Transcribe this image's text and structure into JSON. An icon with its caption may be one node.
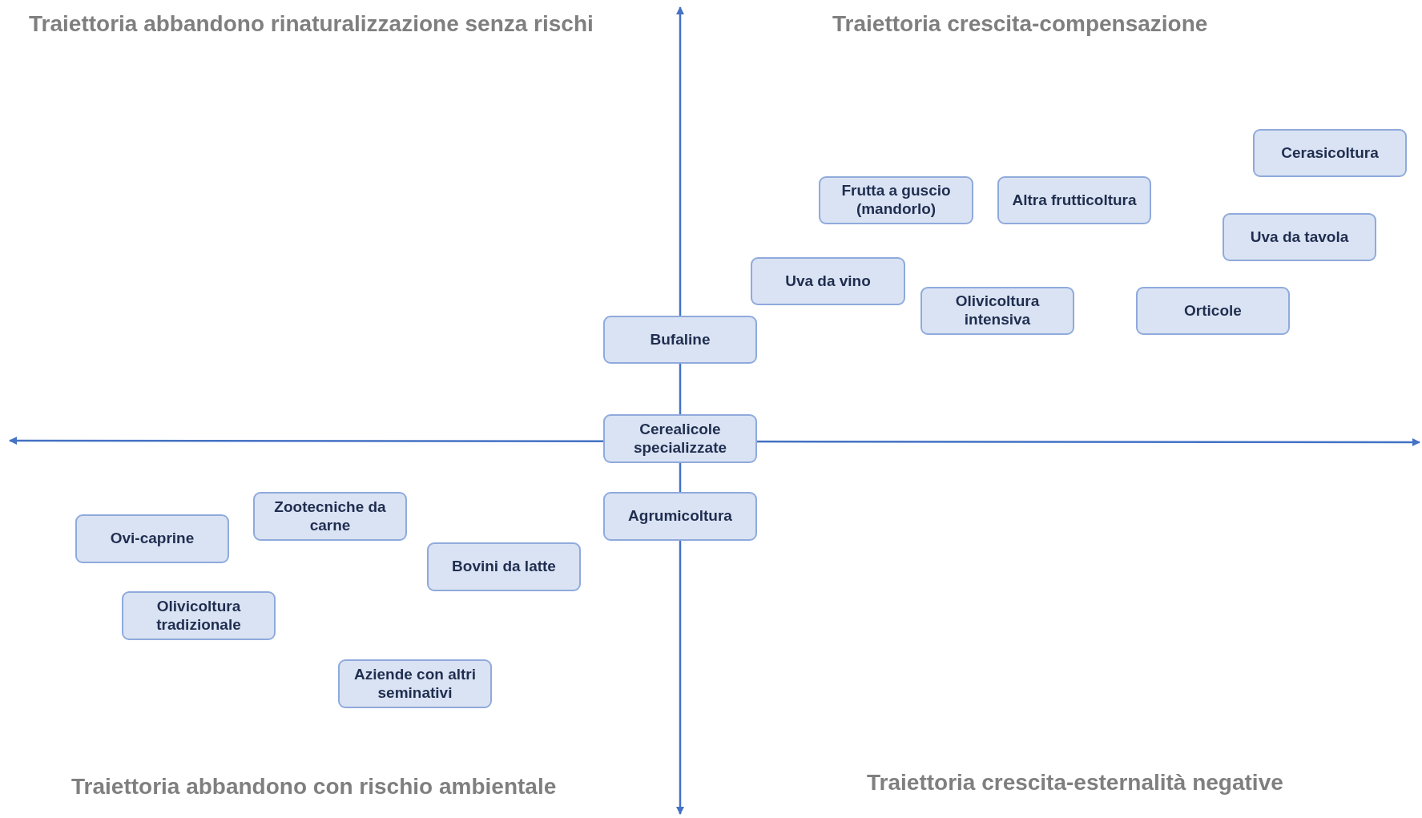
{
  "diagram": {
    "nodes": [
      {
        "text": [
          "Cerasicoltura"
        ]
      },
      {
        "text": [
          "Frutta a guscio (mandorlo)"
        ]
      },
      {
        "text": [
          "Altra frutticoltura"
        ]
      },
      {
        "text": [
          "Uva da tavola"
        ]
      },
      {
        "text": [
          "Uva da vino"
        ]
      },
      {
        "text": [
          "Olivicoltura intensiva"
        ]
      },
      {
        "text": [
          "Orticole"
        ]
      },
      {
        "text": [
          "Bufaline"
        ]
      },
      {
        "text": [
          "Cerealicole specializzate"
        ]
      },
      {
        "text": [
          "Zootecniche da carne"
        ]
      },
      {
        "text": [
          "Agrumicoltura"
        ]
      },
      {
        "text": [
          "Ovi-caprine"
        ]
      },
      {
        "text": [
          "Bovini da latte"
        ]
      },
      {
        "text": [
          "Olivicoltura tradizionale"
        ]
      },
      {
        "text": [
          "Aziende con altri seminativi"
        ]
      }
    ],
    "edges": [],
    "labels": [
      "Traiettoria abbandono rinaturalizzazione senza rischi",
      "Traiettoria crescita-compensazione",
      "Traiettoria abbandono con rischio ambientale",
      "Traiettoria crescita-esternalità negative"
    ]
  }
}
